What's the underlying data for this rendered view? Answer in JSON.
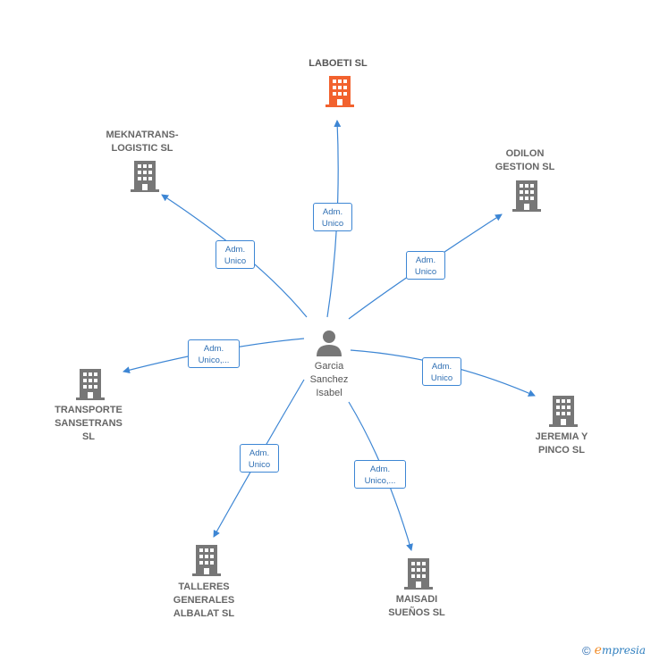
{
  "center": {
    "name": "Garcia\nSanchez\nIsabel",
    "icon": "person-icon"
  },
  "companies": [
    {
      "id": "laboeti",
      "name": "LABOETI  SL",
      "color": "#f2622e",
      "relation": "Adm.\nUnico"
    },
    {
      "id": "meknatrans",
      "name": "MEKNATRANS-\nLOGISTIC SL",
      "color": "#777777",
      "relation": "Adm.\nUnico"
    },
    {
      "id": "odilon",
      "name": "ODILON\nGESTION  SL",
      "color": "#777777",
      "relation": "Adm.\nUnico"
    },
    {
      "id": "transporte",
      "name": "TRANSPORTE\nSANSETRANS\nSL",
      "color": "#777777",
      "relation": "Adm.\nUnico,..."
    },
    {
      "id": "jeremia",
      "name": "JEREMIA Y\nPINCO  SL",
      "color": "#777777",
      "relation": "Adm.\nUnico"
    },
    {
      "id": "talleres",
      "name": "TALLERES\nGENERALES\nALBALAT SL",
      "color": "#777777",
      "relation": "Adm.\nUnico"
    },
    {
      "id": "maisadi",
      "name": "MAISADI\nSUEÑOS SL",
      "color": "#777777",
      "relation": "Adm.\nUnico,..."
    }
  ],
  "edge_color": "#3d86d4",
  "footer": {
    "copyright": "©",
    "brand_initial": "e",
    "brand_rest": "mpresia"
  }
}
